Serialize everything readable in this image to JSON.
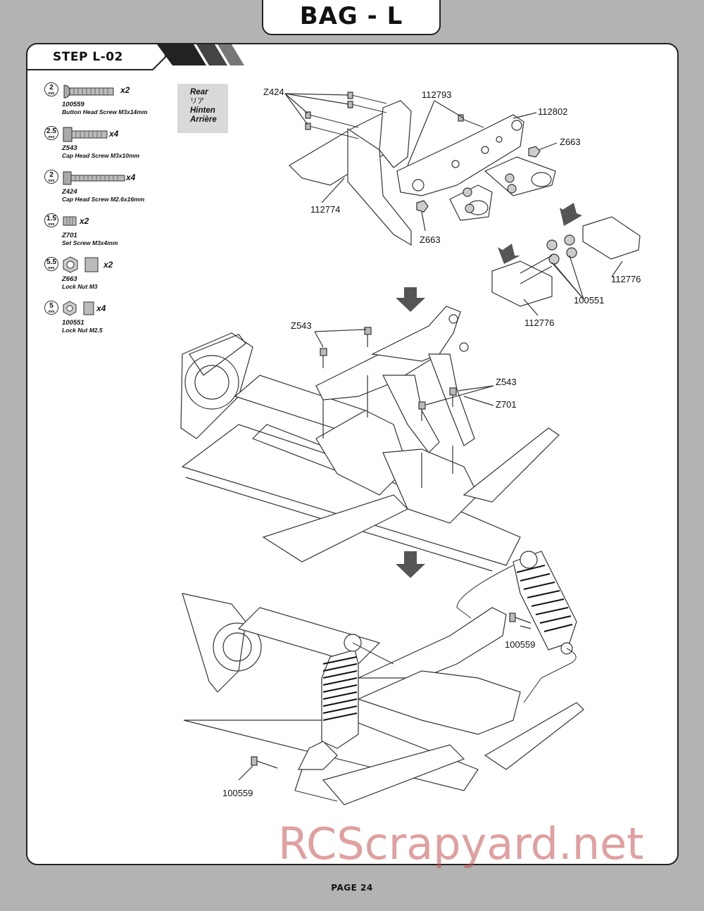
{
  "header": {
    "bag_title": "BAG - L"
  },
  "step": {
    "title": "STEP L-02"
  },
  "parts": [
    {
      "size": "2",
      "qty": "x2",
      "code": "100559",
      "name": "Button Head Screw M3x14mm"
    },
    {
      "size": "2.5",
      "qty": "x4",
      "code": "Z543",
      "name": "Cap Head Screw M3x10mm"
    },
    {
      "size": "2",
      "qty": "x4",
      "code": "Z424",
      "name": "Cap Head Screw M2.6x16mm"
    },
    {
      "size": "1.5",
      "qty": "x2",
      "code": "Z701",
      "name": "Set Screw M3x4mm"
    },
    {
      "size": "5.5",
      "qty": "x2",
      "code": "Z663",
      "name": "Lock Nut M3"
    },
    {
      "size": "5",
      "qty": "x4",
      "code": "100551",
      "name": "Lock Nut M2.5"
    }
  ],
  "size_unit": "mm",
  "rear_note": {
    "en": "Rear",
    "jp": "リア",
    "de": "Hinten",
    "fr": "Arrière"
  },
  "callouts": {
    "z424": "Z424",
    "p112793": "112793",
    "p112802": "112802",
    "z663_a": "Z663",
    "p112774": "112774",
    "z663_b": "Z663",
    "p112776_a": "112776",
    "p100551": "100551",
    "p112776_b": "112776",
    "z543_a": "Z543",
    "z543_b": "Z543",
    "z701": "Z701",
    "p100559_a": "100559",
    "p100559_b": "100559"
  },
  "footer": {
    "page": "PAGE 24"
  },
  "watermark": "RCScrapyard.net"
}
